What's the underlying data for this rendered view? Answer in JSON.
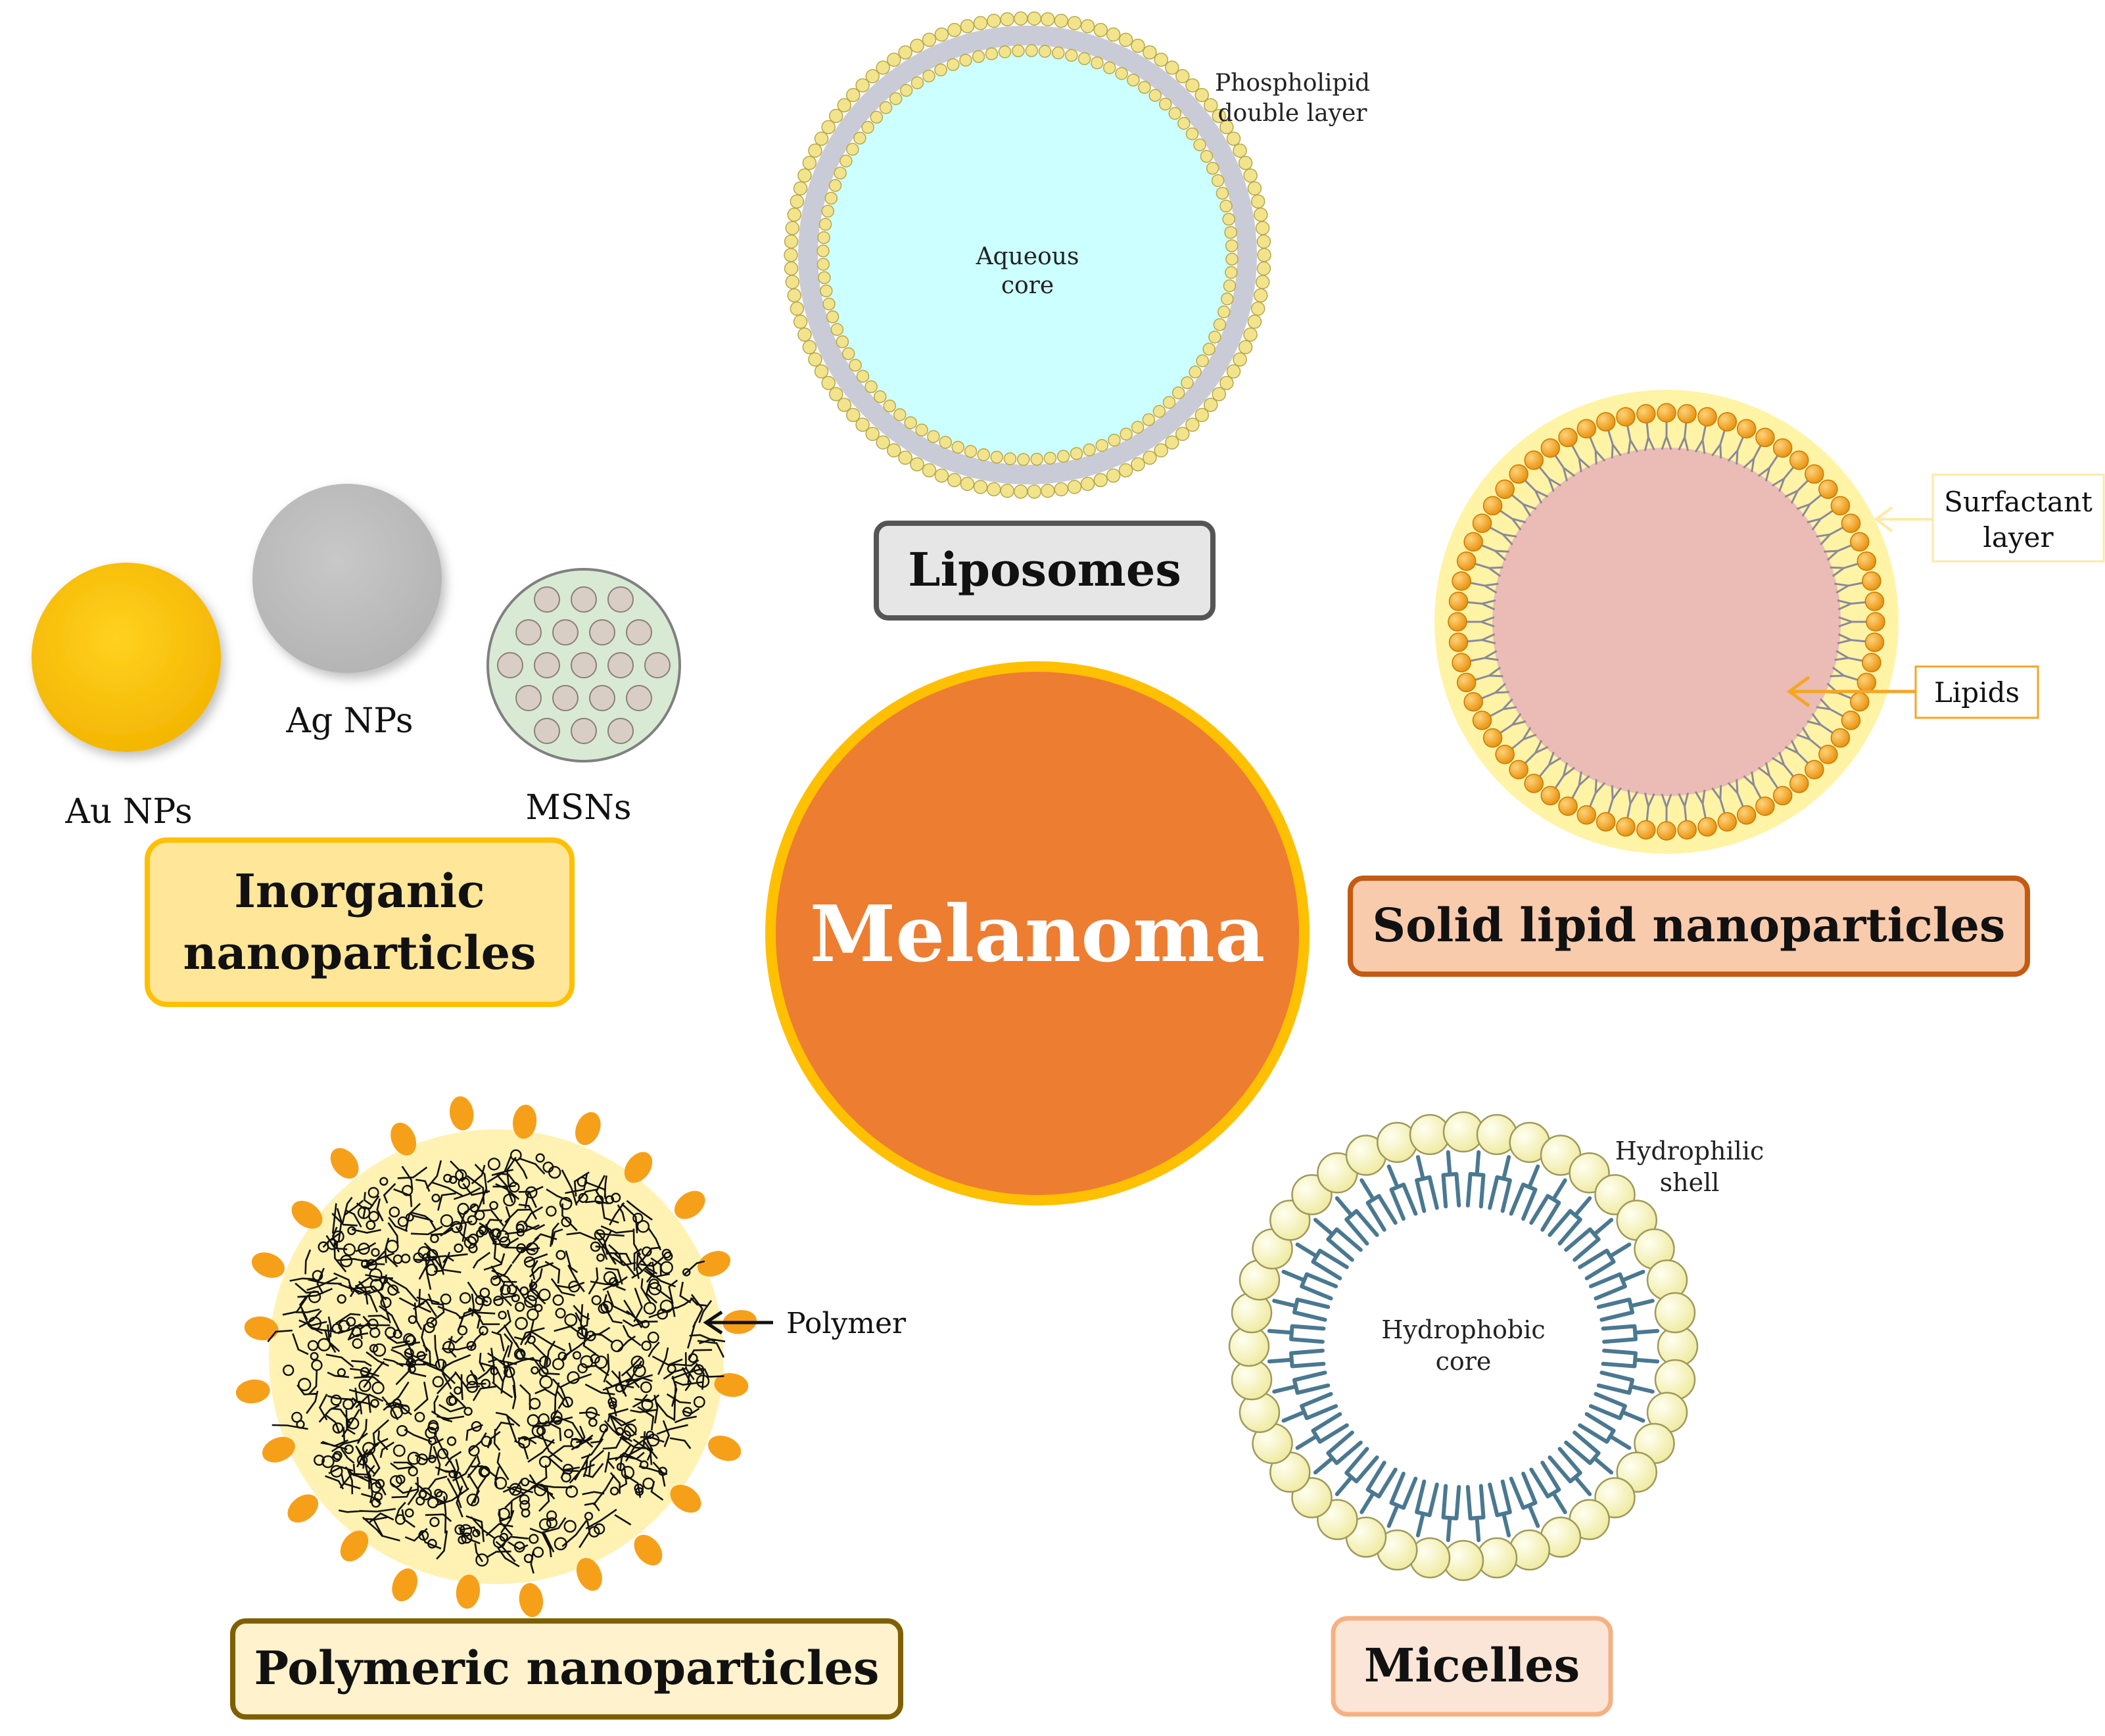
{
  "center": {
    "label": "Melanoma",
    "fill_color": "#ED7D31",
    "border_color": "#FFC000"
  },
  "liposomes": {
    "title": "Liposomes",
    "shell_label_line1": "Phospholipid",
    "shell_label_line2": "double layer",
    "core_label_line1": "Aqueous",
    "core_label_line2": "core",
    "core_color": "#CCFFFF",
    "head_color": "#F2E48C",
    "box_color": "#E6E6E6"
  },
  "solid_lipid": {
    "title": "Solid lipid nanoparticles",
    "surfactant_label_line1": "Surfactant",
    "surfactant_label_line2": "layer",
    "lipids_label": "Lipids",
    "core_color": "#EBBBB5",
    "halo_color": "#FFF3A6",
    "head_color": "#F5A623",
    "box_color": "#F8CBAD"
  },
  "inorganic": {
    "title_line1": "Inorganic",
    "title_line2": "nanoparticles",
    "au_label": "Au NPs",
    "ag_label": "Ag NPs",
    "msn_label": "MSNs",
    "au_color": "#F8BF0E",
    "ag_color": "#BFBFBF",
    "msn_color": "#D8EAD3",
    "box_color": "#FFE699"
  },
  "polymeric": {
    "title": "Polymeric nanoparticles",
    "polymer_label": "Polymer",
    "core_color": "#FFF2B3",
    "dot_color": "#F6A01A",
    "box_color": "#FFF2CC"
  },
  "micelles": {
    "title": "Micelles",
    "shell_label_line1": "Hydrophilic",
    "shell_label_line2": "shell",
    "core_label_line1": "Hydrophobic",
    "core_label_line2": "core",
    "head_color": "#FBF8C8",
    "tail_color": "#4A7891",
    "box_color": "#FBE5D6"
  }
}
